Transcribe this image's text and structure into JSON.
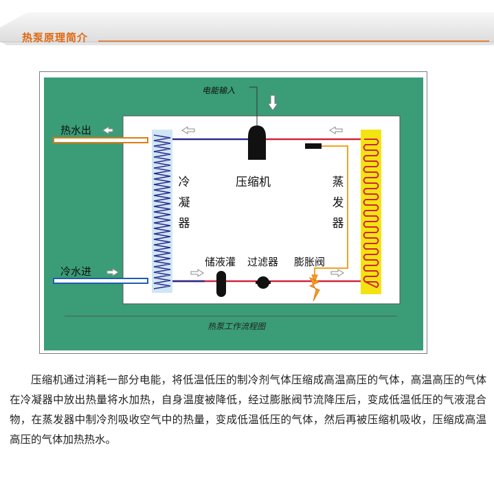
{
  "header": {
    "title": "热泵原理简介"
  },
  "diagram": {
    "power_input": "电能输入",
    "hot_water_out": "热水出",
    "cold_water_in": "冷水进",
    "compressor": "压缩机",
    "condenser": "冷凝器",
    "evaporator": "蒸发器",
    "receiver": "储液灌",
    "filter": "过滤器",
    "expansion_valve": "膨胀阀",
    "caption": "热泵工作流程图"
  },
  "description": "压缩机通过消耗一部分电能，将低温低压的制冷剂气体压缩成高温高压的气体，高温高压的气体在冷凝器中放出热量将水加热，自身温度被降低，经过膨胀阀节流降压后，变成低温低压的气液混合物，在蒸发器中制冷剂吸收空气中的热量，变成低温低压的气体，然后再被压缩机吸收，压缩成高温高压的气体加热热水。",
  "colors": {
    "accent": "#e0680f",
    "green_bg": "#3a9d78",
    "condenser_fill": "#cfe6f5",
    "evaporator_fill": "#f3e311",
    "refrigerant_hot": "#d0223a",
    "refrigerant_cold": "#2c2a8a"
  }
}
